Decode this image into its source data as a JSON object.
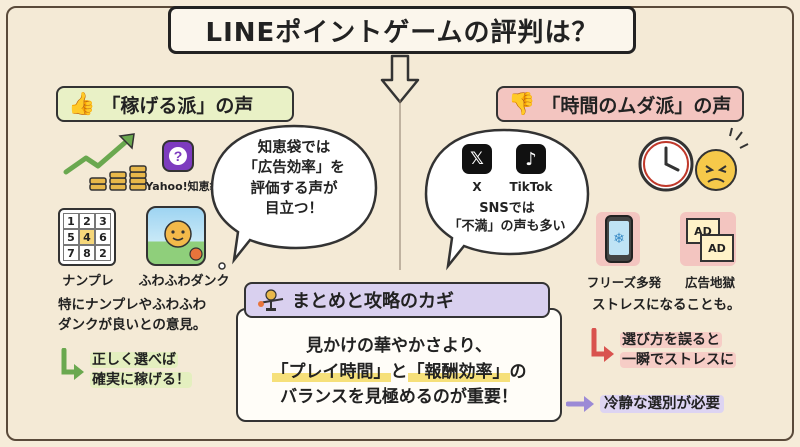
{
  "title": "LINEポイントゲームの評判は？",
  "good": {
    "header_open": "「稼げる派」の声",
    "yahoo_label": "Yahoo!知恵袋",
    "game1_label": "ナンプレ",
    "game2_label": "ふわふわダンク",
    "sudoku_cells": [
      "1",
      "2",
      "3",
      "5",
      "4",
      "6",
      "7",
      "8",
      "2"
    ],
    "desc_line1": "特にナンプレやふわふわ",
    "desc_line2": "ダンクが良いとの意見。",
    "conclusion_line1": "正しく選べば",
    "conclusion_line2": "確実に稼げる！"
  },
  "good_bubble": {
    "line1": "知恵袋では",
    "line2": "「広告効率」を",
    "line3": "評価する声が",
    "line4": "目立つ！"
  },
  "bad": {
    "header_open": "「時間のムダ派」の声",
    "x_label": "X",
    "tiktok_label": "TikTok",
    "bubble_line1": "SNSでは",
    "bubble_line2": "「不満」の声も多い",
    "game1_label": "フリーズ多発",
    "game2_label": "広告地獄",
    "ad_text": "AD",
    "desc": "ストレスになることも。",
    "conclusion_line1": "選び方を誤ると",
    "conclusion_line2": "一瞬でストレスに",
    "need": "冷静な選別が必要"
  },
  "key": {
    "header": "まとめと攻略のカギ",
    "line1": "見かけの華やかさより、",
    "line2a": "「プレイ時間」",
    "line2b": "と",
    "line2c": "「報酬効率」",
    "line2d": "の",
    "line3": "バランスを見極めるのが重要！"
  },
  "colors": {
    "good": "#e9f1c6",
    "bad": "#f3c5c0",
    "key": "#d9d0ef",
    "background": "#f4ead6"
  }
}
